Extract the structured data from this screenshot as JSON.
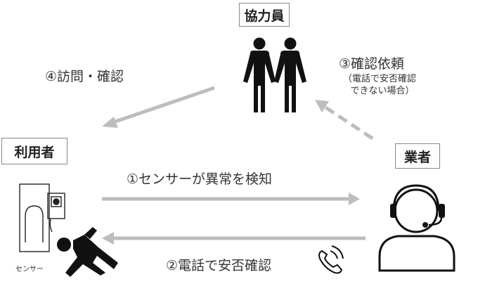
{
  "nodes": {
    "helpers": "協力員",
    "user": "利用者",
    "provider": "業者",
    "sensor_label": "センサー"
  },
  "steps": {
    "step1": "①センサーが異常を検知",
    "step2": "②電話で安否確認",
    "step3": "③確認依頼",
    "step3_note_line1": "（電話で安否確認",
    "step3_note_line2": "できない場合）",
    "step4": "④訪問・確認"
  },
  "icons": [
    "two-people-icon",
    "sensor-device-icon",
    "fallen-person-icon",
    "headset-operator-icon",
    "phone-ringing-icon"
  ],
  "colors": {
    "arrow": "#bdbdbd",
    "figure": "#111111",
    "box_border": "#888888"
  }
}
